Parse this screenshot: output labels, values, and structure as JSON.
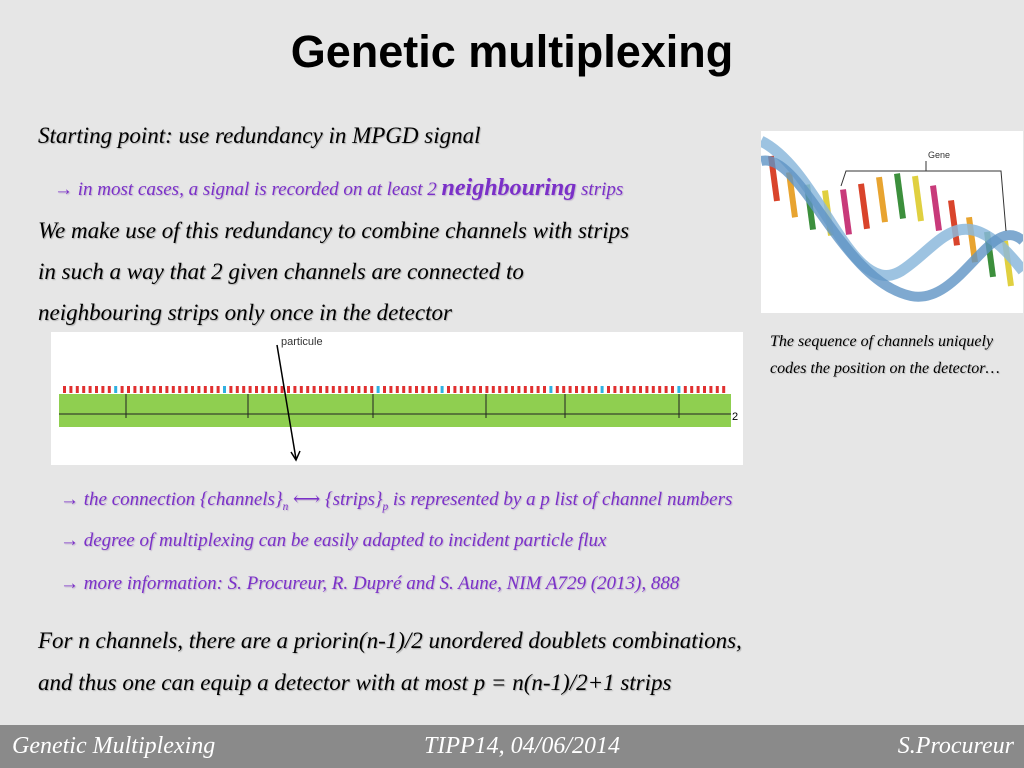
{
  "title": "Genetic multiplexing",
  "line1": "Starting point: use redundancy in MPGD signal",
  "line2": {
    "arrow": "→",
    "pre": "in most cases, a signal is recorded on at least 2",
    "emph": "neighbouring",
    "post": "strips"
  },
  "para1": [
    "We make use of this redundancy to combine channels with strips",
    "in such a way that 2 given channels are connected to",
    "neighbouring strips only once in the detector"
  ],
  "dna_label": "Gene",
  "caption": "The sequence of channels uniquely codes the position on the detector…",
  "diagram": {
    "particle_label": "particule",
    "side_label": "2"
  },
  "bullets": {
    "b1": {
      "arrow": "→",
      "p1": "the connection {channels}",
      "sub_n": "n",
      "mid": "⟷",
      "p2": "{strips}",
      "sub_p": "p",
      "p3": "is represented by a p list of channel numbers"
    },
    "b2": {
      "arrow": "→",
      "text": "degree of multiplexing can be easily adapted to incident particle flux"
    },
    "b3": {
      "arrow": "→",
      "text": "more information: S. Procureur, R. Dupré and S. Aune, NIM A729 (2013), 888"
    }
  },
  "para2": {
    "l1_pre": "For n channels, there are",
    "l1_emph": "a priori",
    "l1_post": "n(n-1)/2 unordered doublets combinations,",
    "l2": "and thus one can equip a detector with at most p = n(n-1)/2+1 strips"
  },
  "footer": {
    "left": "Genetic Multiplexing",
    "center": "TIPP14, 04/06/2014",
    "right": "S.Procureur"
  },
  "colors": {
    "background": "#e6e6e6",
    "accent_purple": "#7b30c8",
    "strip_red": "#e03030",
    "strip_blue": "#30b0e0",
    "board_green": "#8fcf50",
    "footer_gray": "#8a8a8a"
  }
}
